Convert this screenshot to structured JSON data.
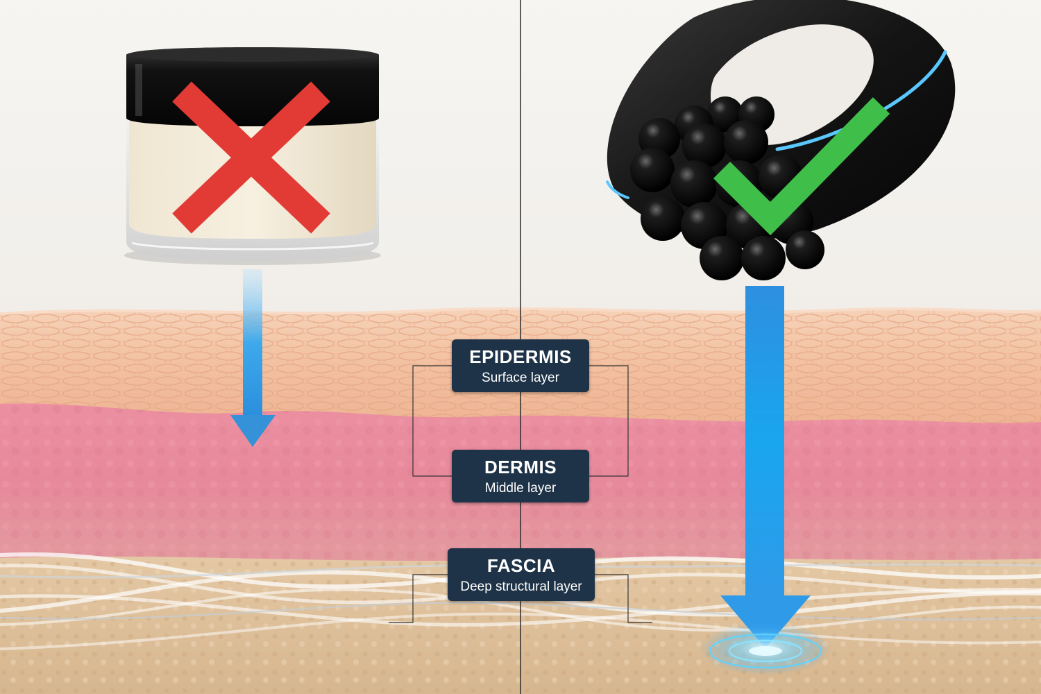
{
  "layers": [
    {
      "name": "EPIDERMIS",
      "description": "Surface layer"
    },
    {
      "name": "DERMIS",
      "description": "Middle layer"
    },
    {
      "name": "FASCIA",
      "description": "Deep structural layer"
    }
  ],
  "left_panel": {
    "product": "cream-jar",
    "verdict_icon": "red-cross-icon",
    "verdict_color": "#e23b35",
    "penetration_depth": "dermis"
  },
  "right_panel": {
    "product": "massage-roller-device",
    "verdict_icon": "green-check-icon",
    "verdict_color": "#3fbf4a",
    "penetration_depth": "fascia"
  },
  "colors": {
    "epidermis": "#f1b995",
    "dermis": "#e88ea0",
    "fascia": "#dcc29c",
    "label_bg": "#1e3347",
    "arrow": "#2f9ae8"
  }
}
